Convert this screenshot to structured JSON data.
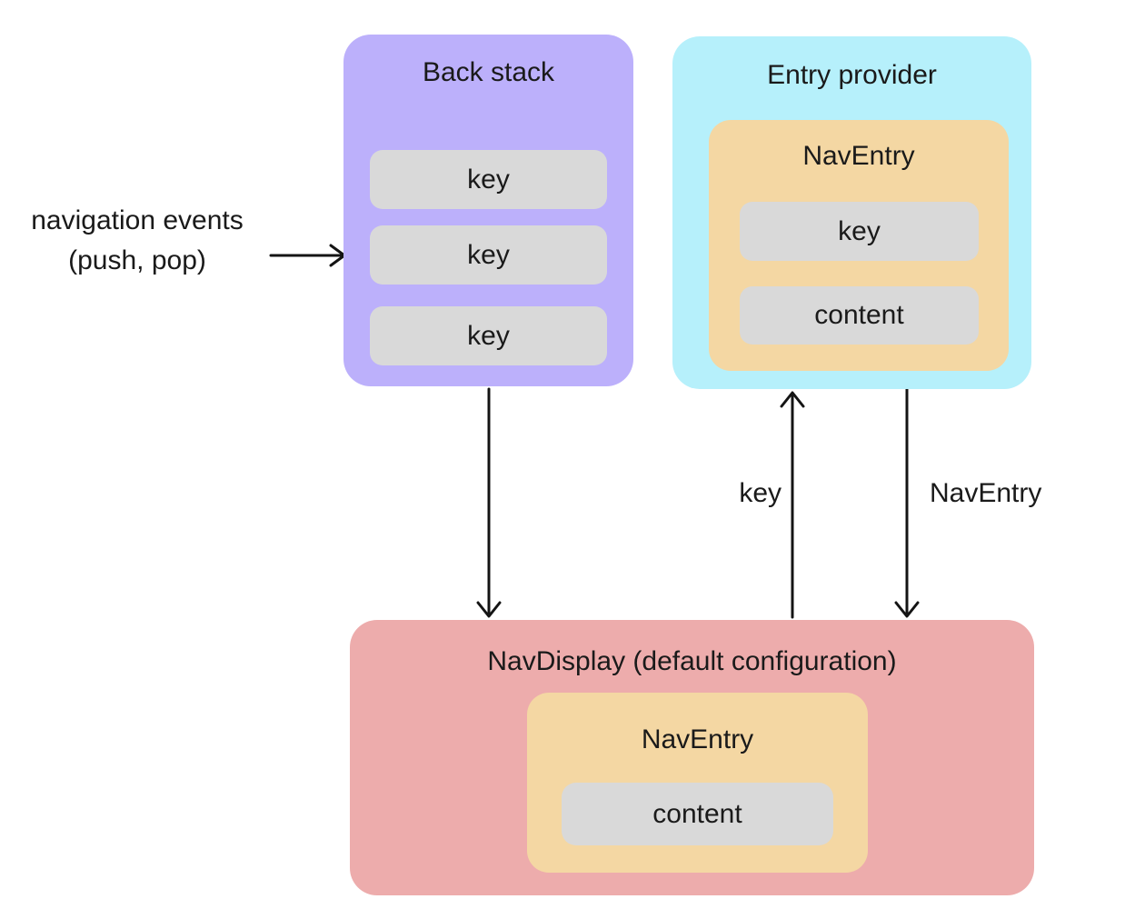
{
  "diagram": {
    "back_stack": {
      "title": "Back stack",
      "keys": [
        "key",
        "key",
        "key"
      ]
    },
    "entry_provider": {
      "title": "Entry provider",
      "nav_entry": {
        "title": "NavEntry",
        "key_label": "key",
        "content_label": "content"
      }
    },
    "nav_display": {
      "title": "NavDisplay (default configuration)",
      "nav_entry": {
        "title": "NavEntry",
        "content_label": "content"
      }
    },
    "labels": {
      "navigation_events_line1": "navigation events",
      "navigation_events_line2": "(push, pop)",
      "key_arrow": "key",
      "nav_entry_arrow": "NavEntry"
    },
    "colors": {
      "back_stack_fill": "#bcb0fb",
      "entry_provider_fill": "#b6f0fb",
      "nav_entry_fill": "#f4d7a3",
      "nav_display_fill": "#edacac",
      "chip_fill": "#d9d9d9",
      "text": "#1a1a1a",
      "arrow": "#141414"
    }
  }
}
